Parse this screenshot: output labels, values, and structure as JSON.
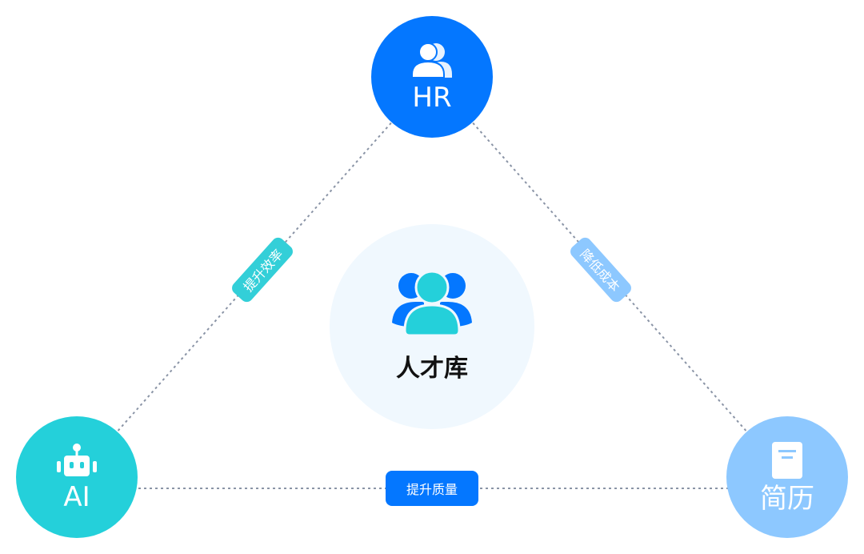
{
  "diagram": {
    "center": {
      "label": "人才库",
      "icon": "users-group-icon"
    },
    "nodes": [
      {
        "id": "hr",
        "label": "HR",
        "icon": "users-icon",
        "color": "#0477ff"
      },
      {
        "id": "ai",
        "label": "AI",
        "icon": "robot-icon",
        "color": "#24d0da"
      },
      {
        "id": "resume",
        "label": "简历",
        "icon": "document-icon",
        "color": "#8dc8ff"
      }
    ],
    "edges": [
      {
        "from": "hr",
        "to": "ai",
        "label": "提升效率",
        "color": "#33cfd8"
      },
      {
        "from": "hr",
        "to": "resume",
        "label": "降低成本",
        "color": "#8dc8ff"
      },
      {
        "from": "ai",
        "to": "resume",
        "label": "提升质量",
        "color": "#0477ff"
      }
    ],
    "line_color": "#8a94a6"
  }
}
